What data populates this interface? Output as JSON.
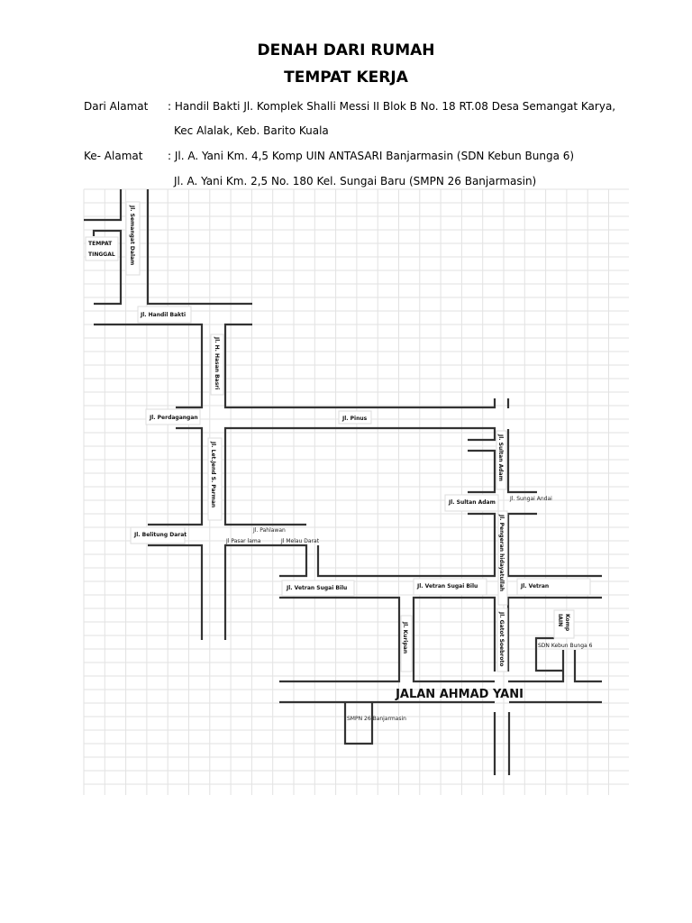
{
  "title_line1": "DENAH DARI RUMAH",
  "title_line2": "TEMPAT KERJA",
  "from": {
    "label": "Dari Alamat",
    "line1": ": Handil Bakti Jl. Komplek Shalli Messi II Blok B No. 18 RT.08 Desa Semangat Karya,",
    "line2": "Kec Alalak, Keb. Barito Kuala"
  },
  "to": {
    "label": "Ke- Alamat",
    "line1": ": Jl. A. Yani Km. 4,5 Komp UIN ANTASARI Banjarmasin (SDN Kebun Bunga 6)",
    "line2": "Jl. A. Yani Km. 2,5 No. 180 Kel. Sungai Baru (SMPN 26 Banjarmasin)"
  },
  "map": {
    "tempat_tinggal_1": "TEMPAT",
    "tempat_tinggal_2": "TINGGAL",
    "semangat_dalam": "Jl. Semangat Dalam",
    "handil_bakti": "Jl. Handil Bakti",
    "hasan_basri": "Jl. H. Hasan Basri",
    "perdagangan": "Jl. Perdagangan",
    "pinus": "Jl. Pinus",
    "s_parman": "Jl. Let.Jend S. Parman",
    "belitung_darat": "Jl. Belitung Darat",
    "pahlawan": "Jl. Pahlawan",
    "pasar_lama": "Jl Pasar lama",
    "melau_darat": "Jl Melau Darat",
    "vetran_sugai_bilu_1": "Jl. Vetran Sugai Bilu",
    "vetran_sugai_bilu_2": "Jl. Vetran Sugai Bilu",
    "vetran": "Jl. Vetran",
    "sultan_adam_v": "Jl. Sultan Adam",
    "sultan_adam_h": "Jl. Sultan Adam",
    "sungai_andai": "Jl. Sungai Andai",
    "pangeran_hidayatullah": "Jl. Pengeran hidayatullah",
    "kuripan": "Jl. Kuripan",
    "gatot_soebroto": "Jl. Gatot Soebroto",
    "komp_1": "Komp",
    "komp_2": "IAIN",
    "sdn": "SDN Kebun Bunga 6",
    "ahmad_yani": "JALAN AHMAD YANI",
    "smpn": "SMPN 26 Banjarmasin"
  }
}
